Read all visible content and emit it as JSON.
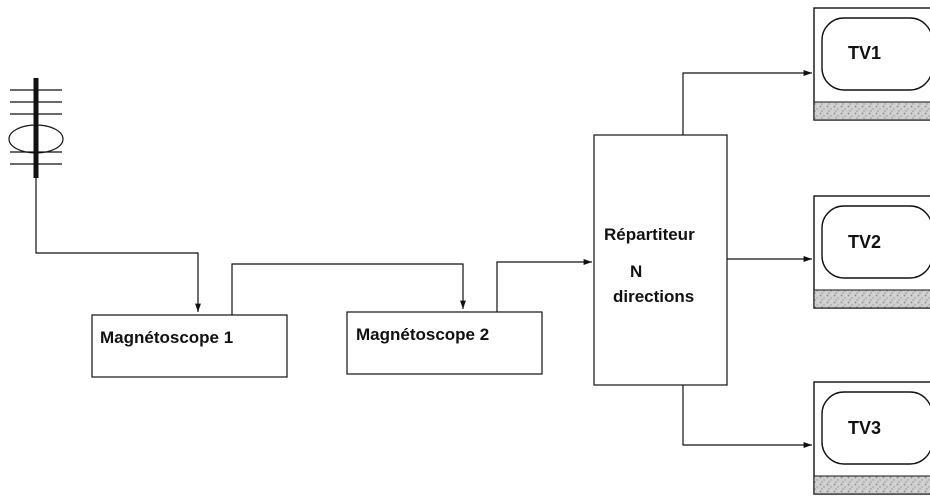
{
  "diagram": {
    "vcr1": {
      "label": "Magnétoscope 1"
    },
    "vcr2": {
      "label": "Magnétoscope 2"
    },
    "splitter": {
      "line1": "Répartiteur",
      "line2": "N",
      "line3": "directions"
    },
    "tvs": [
      {
        "label": "TV1"
      },
      {
        "label": "TV2"
      },
      {
        "label": "TV3"
      }
    ]
  }
}
